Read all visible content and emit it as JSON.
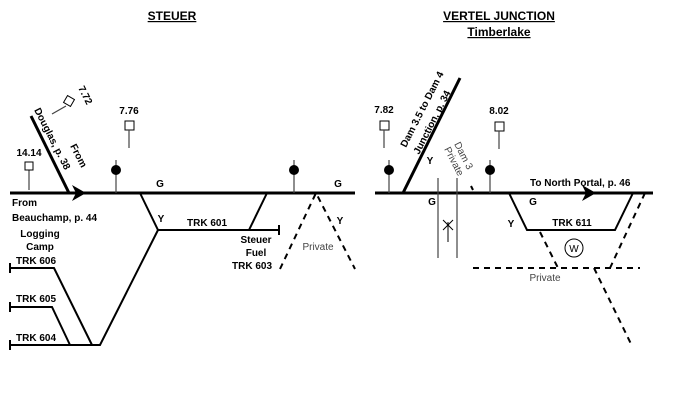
{
  "diagrams": [
    {
      "title": "STEUER",
      "mileposts": [
        "14.14",
        "7.72",
        "7.76"
      ],
      "branch_label": [
        "Douglas, p. 38",
        "From"
      ],
      "from_label": [
        "From",
        "Beauchamp, p. 44"
      ],
      "switch_letters": [
        "G",
        "G",
        "Y",
        "Y"
      ],
      "tracks": [
        "TRK 601",
        "TRK 606",
        "TRK 605",
        "TRK 604"
      ],
      "logging_camp": [
        "Logging",
        "Camp"
      ],
      "steuer_fuel": [
        "Steuer",
        "Fuel",
        "TRK 603"
      ],
      "private_label": "Private"
    },
    {
      "title": "VERTEL JUNCTION",
      "subtitle": "Timberlake",
      "mileposts": [
        "7.82",
        "8.02"
      ],
      "branch_label": [
        "Dam 3.5 to Dam 4",
        "Junction, p. 34"
      ],
      "dam3_label": [
        "Dam 3",
        "Private"
      ],
      "to_label": "To North Portal, p. 46",
      "switch_letters": [
        "Y",
        "G",
        "G",
        "Y"
      ],
      "tracks": [
        "TRK 611"
      ],
      "water_symbol": "W",
      "private_label": "Private"
    }
  ]
}
